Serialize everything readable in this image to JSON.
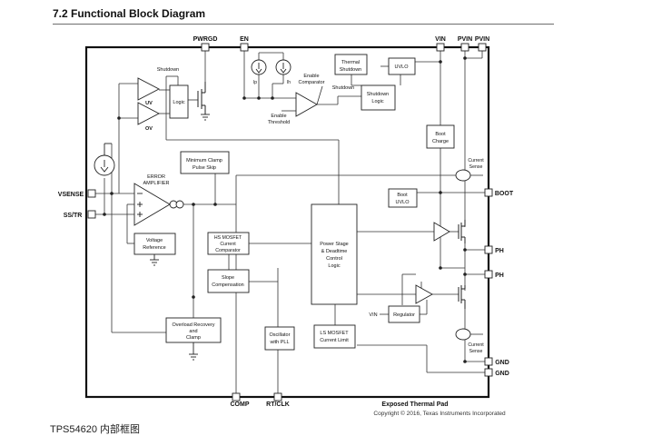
{
  "heading": "7.2  Functional Block Diagram",
  "caption": "TPS54620 内部框图",
  "copyright": "Copyright © 2016, Texas Instruments Incorporated",
  "pins": {
    "pwrgd": "PWRGD",
    "en": "EN",
    "vin": "VIN",
    "pvin1": "PVIN",
    "pvin2": "PVIN",
    "vsense": "VSENSE",
    "sstr": "SS/TR",
    "boot": "BOOT",
    "ph1": "PH",
    "ph2": "PH",
    "gnd1": "GND",
    "gnd2": "GND",
    "comp": "COMP",
    "rtclk": "RT/CLK",
    "thermal_pad": "Exposed Thermal Pad"
  },
  "blocks": {
    "logic": "Logic",
    "thermal_shutdown": [
      "Thermal",
      "Shutdown"
    ],
    "uvlo": "UVLO",
    "shutdown_logic": [
      "Shutdown",
      "Logic"
    ],
    "boot_charge": [
      "Boot",
      "Charge"
    ],
    "min_clamp": [
      "Minimum Clamp",
      "Pulse Skip"
    ],
    "voltage_reference": [
      "Voltage",
      "Reference"
    ],
    "hs_comparator": [
      "HS MOSFET",
      "Current",
      "Comparator"
    ],
    "slope_comp": [
      "Slope",
      "Compensation"
    ],
    "power_stage": [
      "Power Stage",
      "& Deadtime",
      "Control",
      "Logic"
    ],
    "boot_uvlo": [
      "Boot",
      "UVLO"
    ],
    "regulator": "Regulator",
    "overload": [
      "Overload Recovery",
      "and",
      "Clamp"
    ],
    "oscillator": [
      "Oscillator",
      "with PLL"
    ],
    "ls_current_limit": [
      "LS MOSFET",
      "Current Limit"
    ]
  },
  "labels": {
    "shutdown_top": "Shutdown",
    "uv": "UV",
    "ov": "OV",
    "enable_comparator": [
      "Enable",
      "Comparator"
    ],
    "shutdown_mid": "Shutdown",
    "enable_threshold": [
      "Enable",
      "Threshold"
    ],
    "error_amplifier": [
      "ERROR",
      "AMPLIFIER"
    ],
    "current_sense_top": [
      "Current",
      "Sense"
    ],
    "current_sense_bottom": [
      "Current",
      "Sense"
    ],
    "vin_regulator": "VIN",
    "ip": "Ip",
    "ih": "Ih"
  }
}
